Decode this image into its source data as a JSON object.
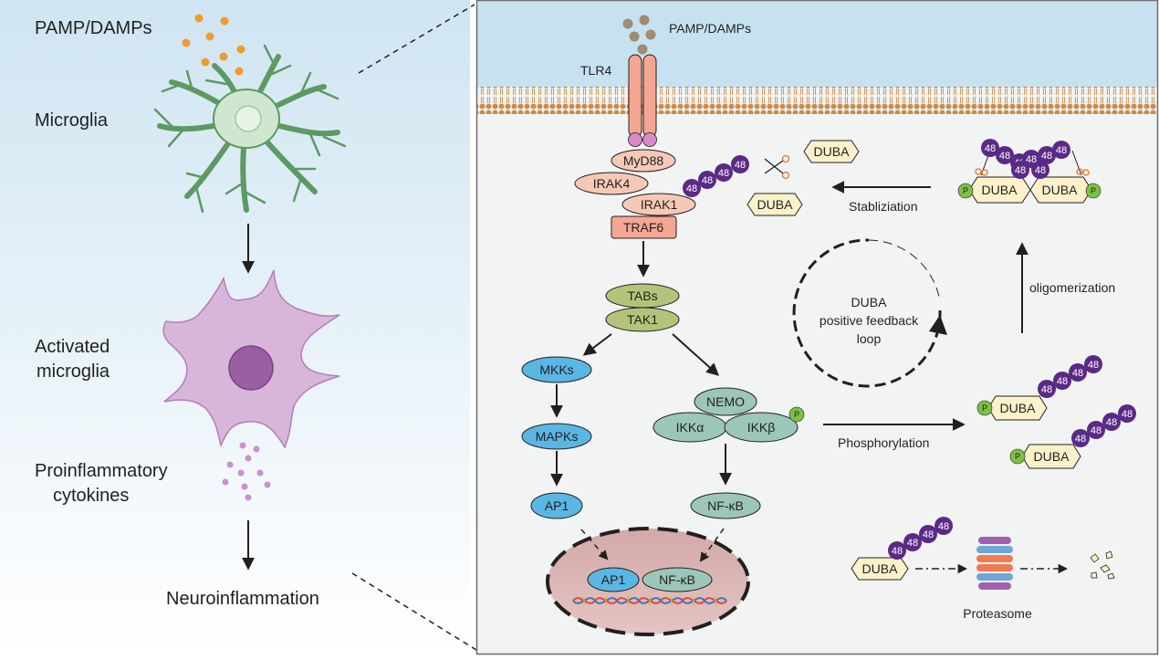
{
  "left_panel": {
    "pamp_label": "PAMP/DAMPs",
    "microglia_label": "Microglia",
    "activated_label_line1": "Activated",
    "activated_label_line2": "microglia",
    "cytokines_label_line1": "Proinflammatory",
    "cytokines_label_line2": "cytokines",
    "outcome_label": "Neuroinflammation"
  },
  "right_panel": {
    "ligand_label": "PAMP/DAMPs",
    "receptor_label": "TLR4",
    "adaptors": [
      "MyD88",
      "IRAK4",
      "IRAK1",
      "TRAF6"
    ],
    "kinase_complex": [
      "TABs",
      "TAK1"
    ],
    "mapk_branch": [
      "MKKs",
      "MAPKs",
      "AP1"
    ],
    "ikk_complex": [
      "NEMO",
      "IKKα",
      "IKKβ"
    ],
    "nfkb_label": "NF-κB",
    "nucleus_factors": [
      "AP1",
      "NF-κB"
    ],
    "duba_label": "DUBA",
    "ubiquitin_label": "48",
    "phospho_label": "P",
    "arrows": {
      "stabilization": "Stabliziation",
      "oligomerization": "oligomerization",
      "phosphorylation": "Phosphorylation"
    },
    "feedback_line1": "DUBA",
    "feedback_line2": "positive feedback",
    "feedback_line3": "loop",
    "proteasome_label": "Proteasome"
  },
  "colors": {
    "microglia": "#cfe6cf",
    "activated_microglia": "#d7b6da",
    "orange_particle": "#f29a2e",
    "ligand_particle": "#a08b73",
    "membrane": "#c88c4e",
    "extracellular": "#c6e2f0",
    "cytoplasm": "#f2f4f4",
    "tlr4": "#f4a692",
    "myd88": "#f6c8b6",
    "tak1": "#b3c47a",
    "mapk": "#5ab6e3",
    "ikk": "#9bc6b9",
    "nucleus": "#d7b2b0",
    "duba": "#fdf1c9",
    "ubiquitin": "#5b2a86",
    "phospho": "#7cc142"
  }
}
